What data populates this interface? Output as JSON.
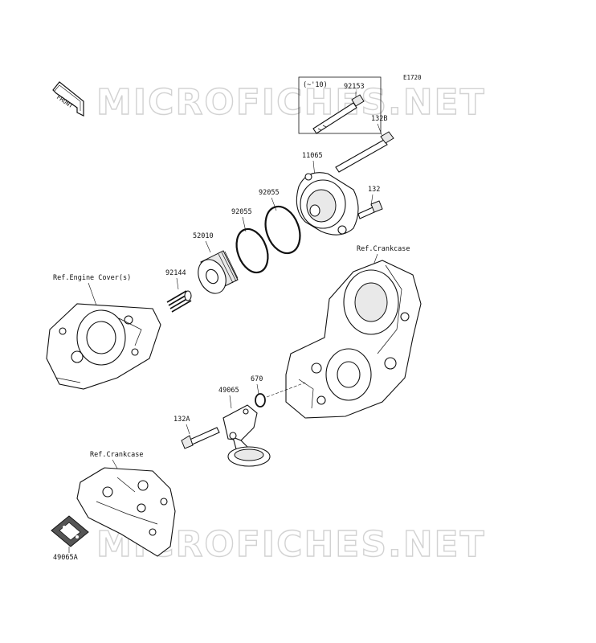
{
  "diagram_code": "E1720",
  "watermark": "MICROFICHES.NET",
  "front_indicator": "FRONT",
  "references": {
    "engine_cover": "Ref.Engine Cover(s)",
    "crankcase_upper": "Ref.Crankcase",
    "crankcase_lower": "Ref.Crankcase"
  },
  "callout_box": {
    "range_note": "(~'10)",
    "part_number": "92153"
  },
  "parts": {
    "p132b": "132B",
    "p11065": "11065",
    "p132": "132",
    "p92055_a": "92055",
    "p92055_b": "92055",
    "p52010": "52010",
    "p92144": "92144",
    "p670": "670",
    "p49065": "49065",
    "p132a": "132A",
    "p49065a": "49065A"
  }
}
